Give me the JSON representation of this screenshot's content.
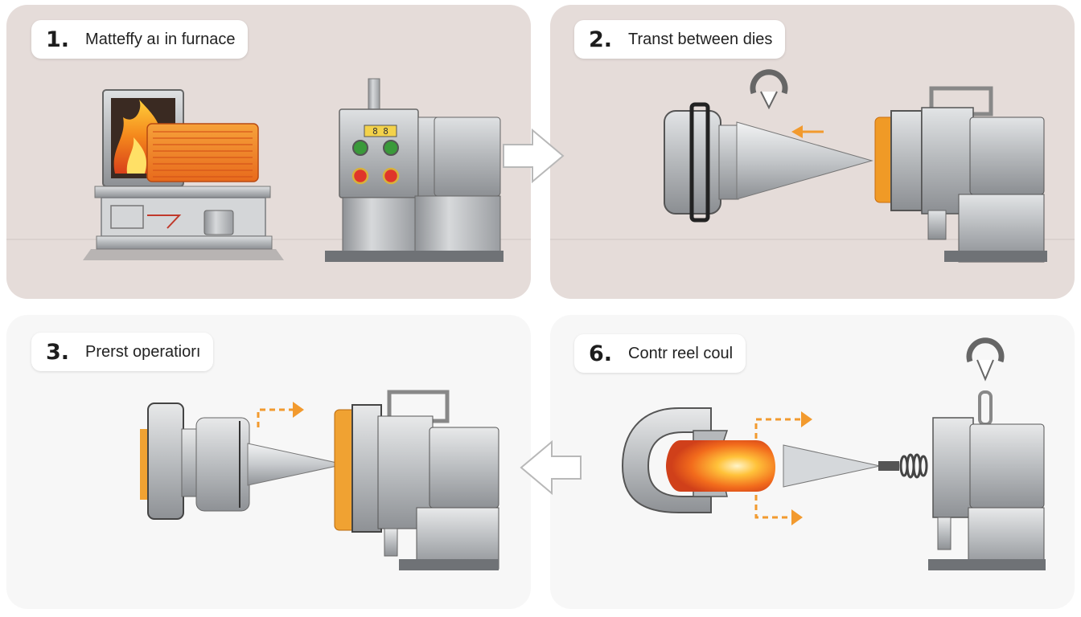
{
  "colors": {
    "panel_top": "#e5dcd9",
    "panel_bottom": "#f7f7f7",
    "metal": "#b9bcbf",
    "metal_dark": "#6f7276",
    "hot_orange": "#f28a1e",
    "hot_red": "#e2541a",
    "flow_arrow": "#f29a2e"
  },
  "steps": [
    {
      "number": "1.",
      "label": "Matteffy aı in furnace"
    },
    {
      "number": "2.",
      "label": "Transt between dies"
    },
    {
      "number": "3.",
      "label": "Prerst operatiorı"
    },
    {
      "number": "6.",
      "label": "Contr reel coul"
    }
  ],
  "control_panel": {
    "display_text": "8 8"
  }
}
